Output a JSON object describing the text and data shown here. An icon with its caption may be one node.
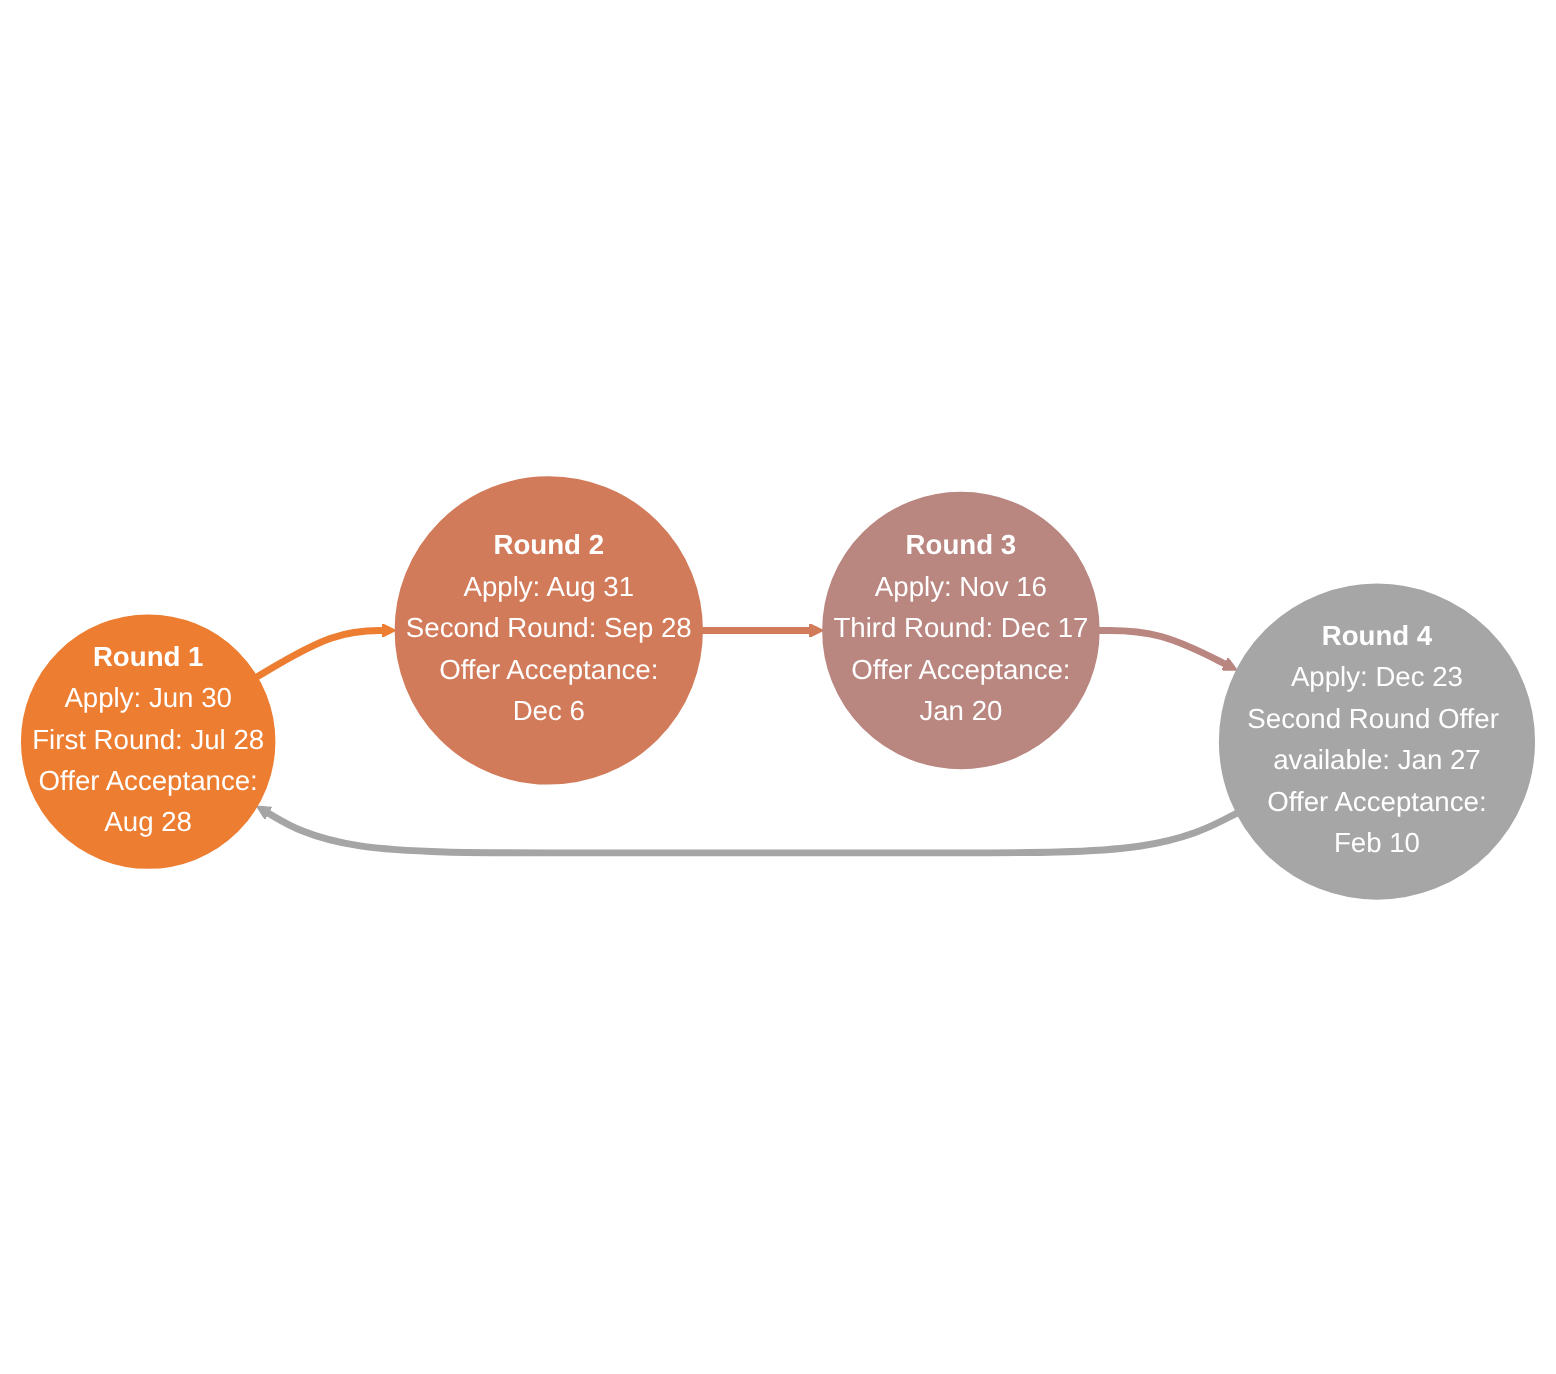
{
  "diagram": {
    "nodes": [
      {
        "text": [
          "Round 1",
          "Apply: Jun 30",
          "First Round: Jul 28",
          "Offer Acceptance:",
          "Aug 28"
        ]
      },
      {
        "text": [
          "Round 2",
          "Apply: Aug 31",
          "Second Round: Sep 28",
          "Offer Acceptance:",
          "Dec 6"
        ]
      },
      {
        "text": [
          "Round 3",
          "Apply: Nov 16",
          "Third Round: Dec 17",
          "Offer Acceptance:",
          "Jan 20"
        ]
      },
      {
        "text": [
          "Round 4",
          "Apply: Dec 23",
          "Second Round Offer available: Jan 27",
          "Offer Acceptance:",
          "Feb 10"
        ]
      }
    ],
    "edges": [
      {
        "from": 0,
        "to": 1,
        "arrow": "to",
        "color": "#ed7d31"
      },
      {
        "from": 1,
        "to": 2,
        "arrow": "to",
        "color": "#d27b5a"
      },
      {
        "from": 2,
        "to": 3,
        "arrow": "to",
        "color": "#b98680"
      },
      {
        "from": 3,
        "to": 0,
        "arrow": "to",
        "color": "#a5a5a5"
      }
    ]
  }
}
